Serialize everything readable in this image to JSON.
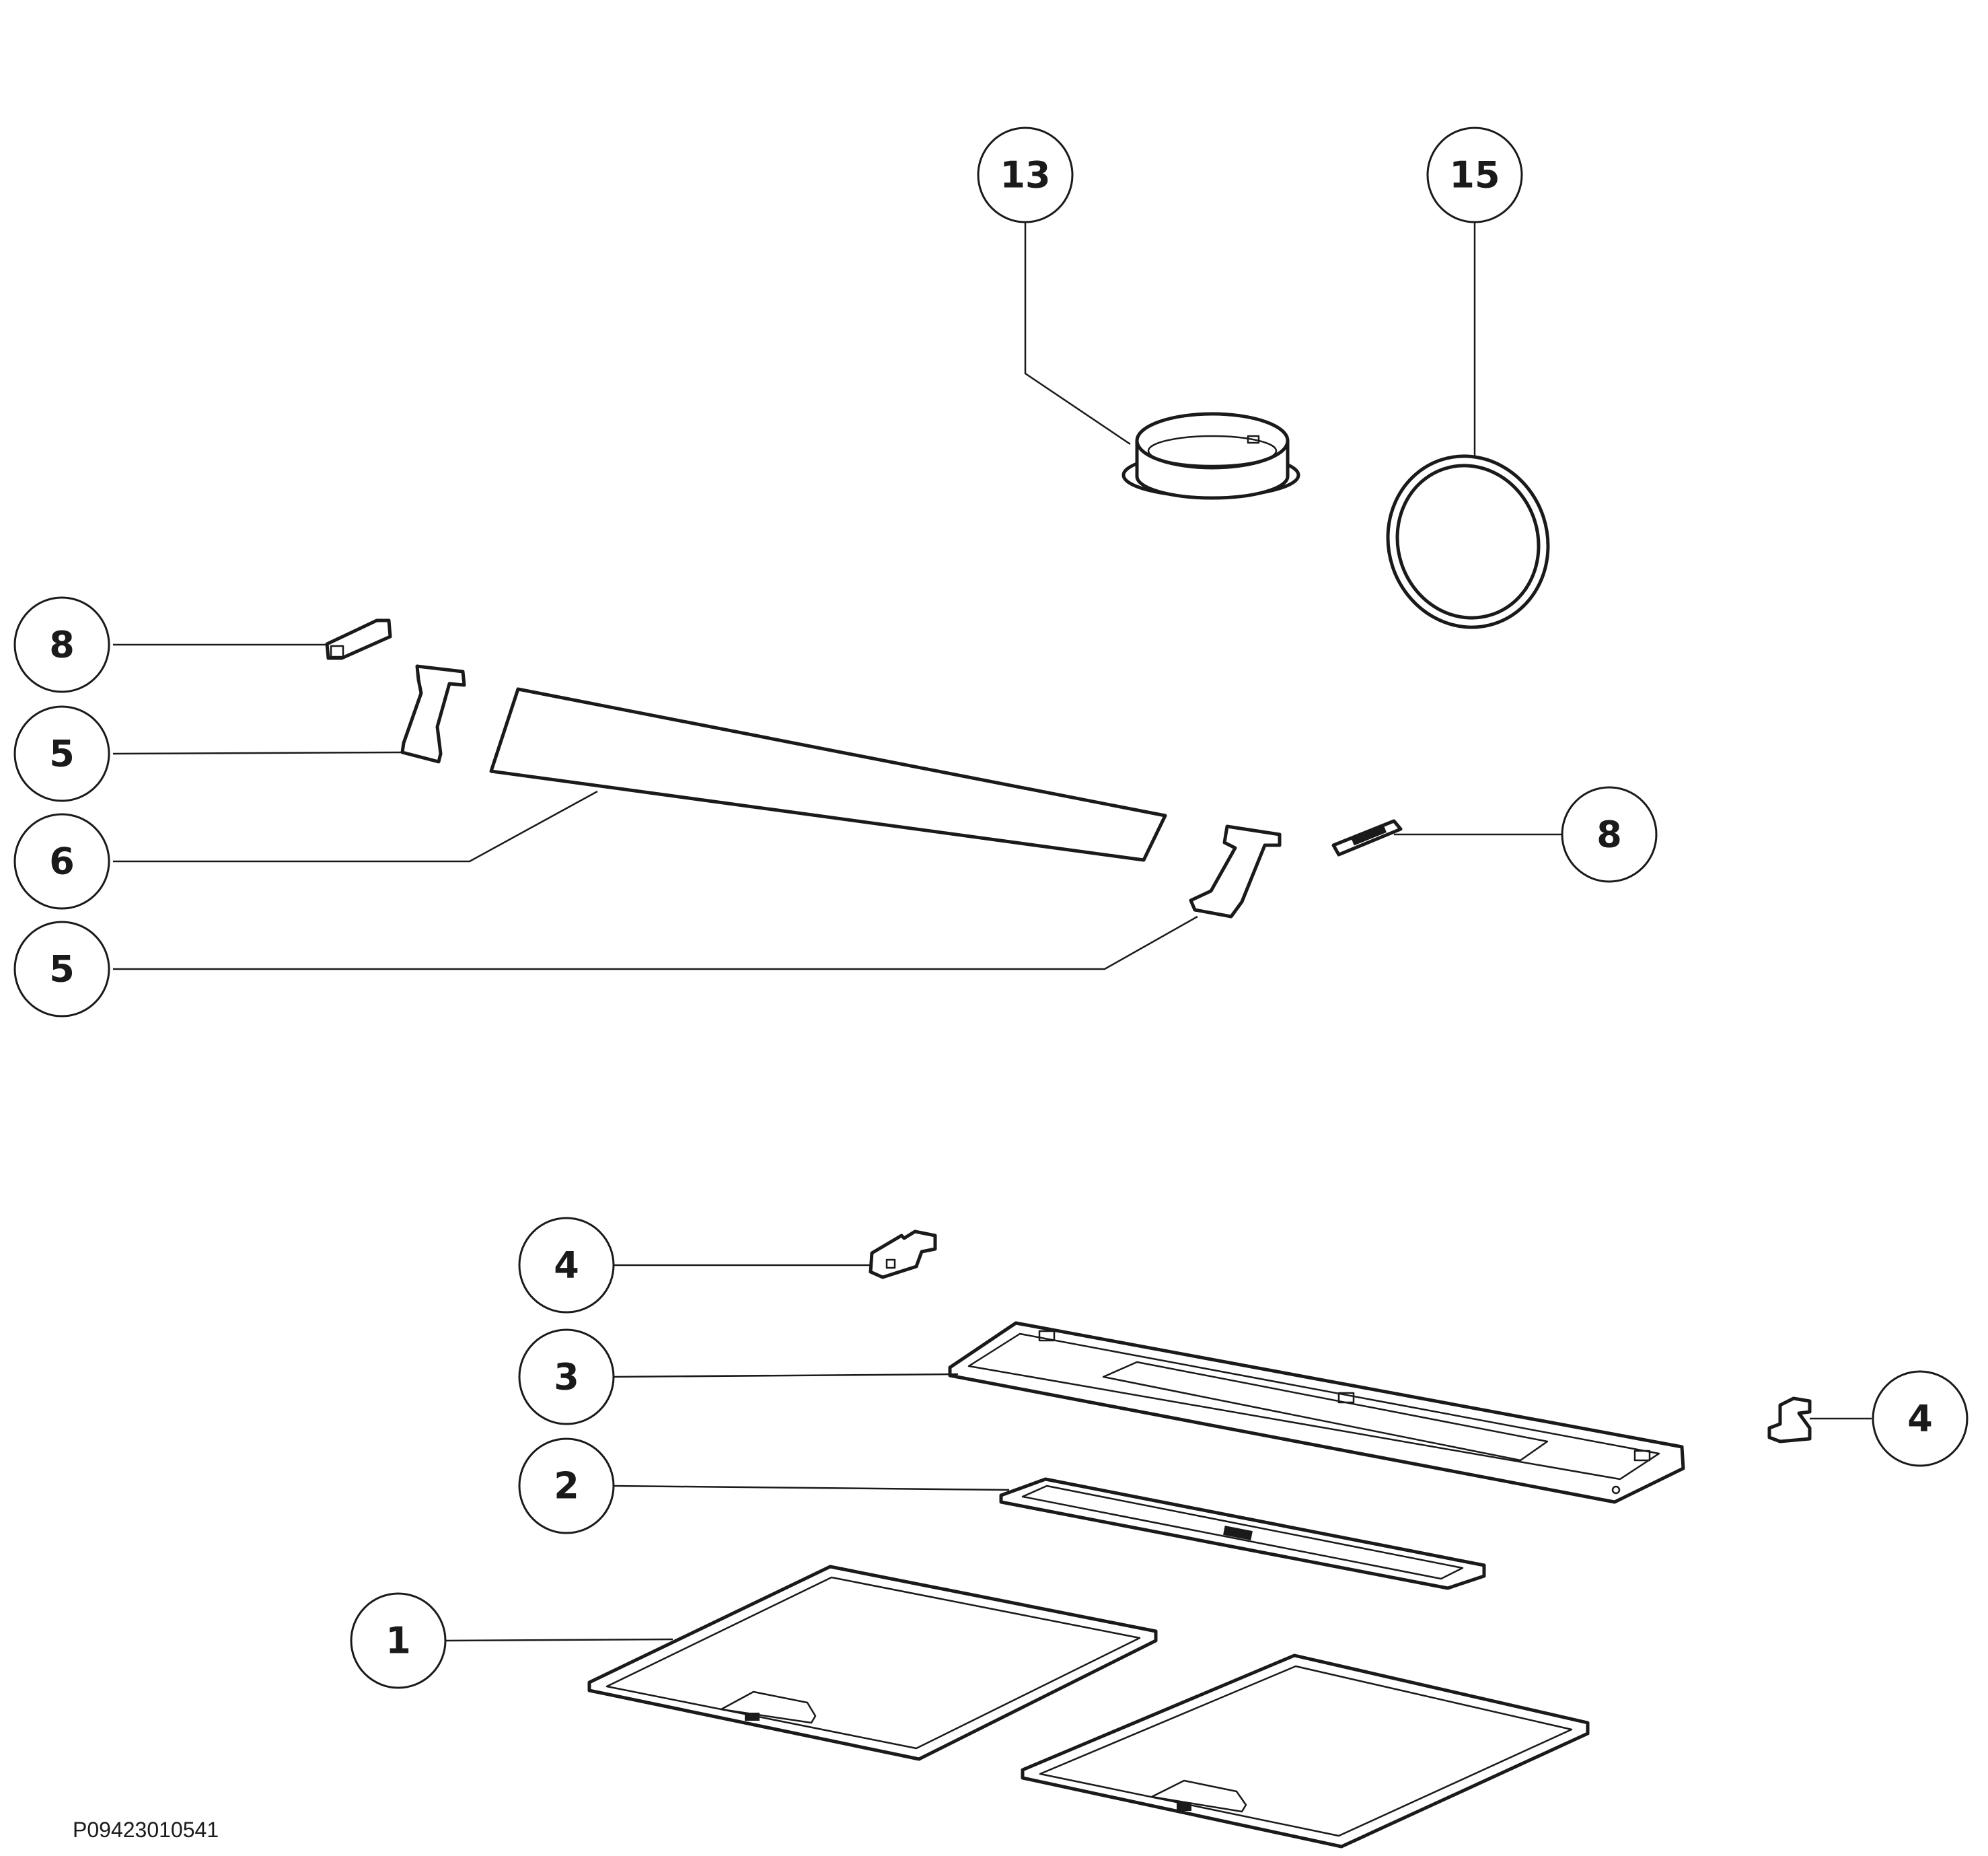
{
  "drawing_code": "P09423010541",
  "callouts": {
    "c13": "13",
    "c15": "15",
    "c8_left": "8",
    "c5_upper": "5",
    "c6": "6",
    "c5_lower": "5",
    "c8_right": "8",
    "c4_left": "4",
    "c3": "3",
    "c2": "2",
    "c4_right": "4",
    "c1": "1"
  }
}
